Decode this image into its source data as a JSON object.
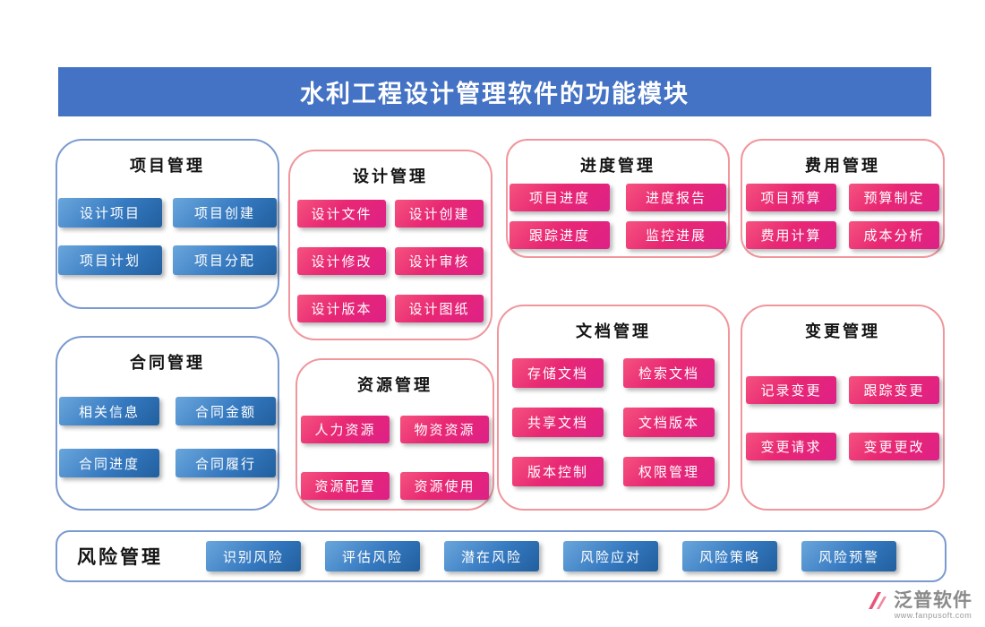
{
  "title": "水利工程设计管理软件的功能模块",
  "colors": {
    "banner": "#4472C4",
    "blue_button_start": "#6AA6DC",
    "blue_button_end": "#215F9E",
    "pink_button_start": "#F5527F",
    "pink_button_end": "#DE2087",
    "blue_border": "#7A9AD0",
    "pink_border": "#F0969C"
  },
  "cards": [
    {
      "title": "项目管理",
      "theme": "blue",
      "buttons": [
        "设计项目",
        "项目创建",
        "项目计划",
        "项目分配"
      ]
    },
    {
      "title": "设计管理",
      "theme": "pink",
      "buttons": [
        "设计文件",
        "设计创建",
        "设计修改",
        "设计审核",
        "设计版本",
        "设计图纸"
      ]
    },
    {
      "title": "进度管理",
      "theme": "pink",
      "buttons": [
        "项目进度",
        "进度报告",
        "跟踪进度",
        "监控进展"
      ]
    },
    {
      "title": "费用管理",
      "theme": "pink",
      "buttons": [
        "项目预算",
        "预算制定",
        "费用计算",
        "成本分析"
      ]
    },
    {
      "title": "合同管理",
      "theme": "blue",
      "buttons": [
        "相关信息",
        "合同金额",
        "合同进度",
        "合同履行"
      ]
    },
    {
      "title": "资源管理",
      "theme": "pink",
      "buttons": [
        "人力资源",
        "物资资源",
        "资源配置",
        "资源使用"
      ]
    },
    {
      "title": "文档管理",
      "theme": "pink",
      "buttons": [
        "存储文档",
        "检索文档",
        "共享文档",
        "文档版本",
        "版本控制",
        "权限管理"
      ]
    },
    {
      "title": "变更管理",
      "theme": "pink",
      "buttons": [
        "记录变更",
        "跟踪变更",
        "变更请求",
        "变更更改"
      ]
    }
  ],
  "risk": {
    "title": "风险管理",
    "buttons": [
      "识别风险",
      "评估风险",
      "潜在风险",
      "风险应对",
      "风险策略",
      "风险预警"
    ]
  },
  "footer": {
    "brand": "泛普软件",
    "url": "www.fanpusoft.com"
  }
}
